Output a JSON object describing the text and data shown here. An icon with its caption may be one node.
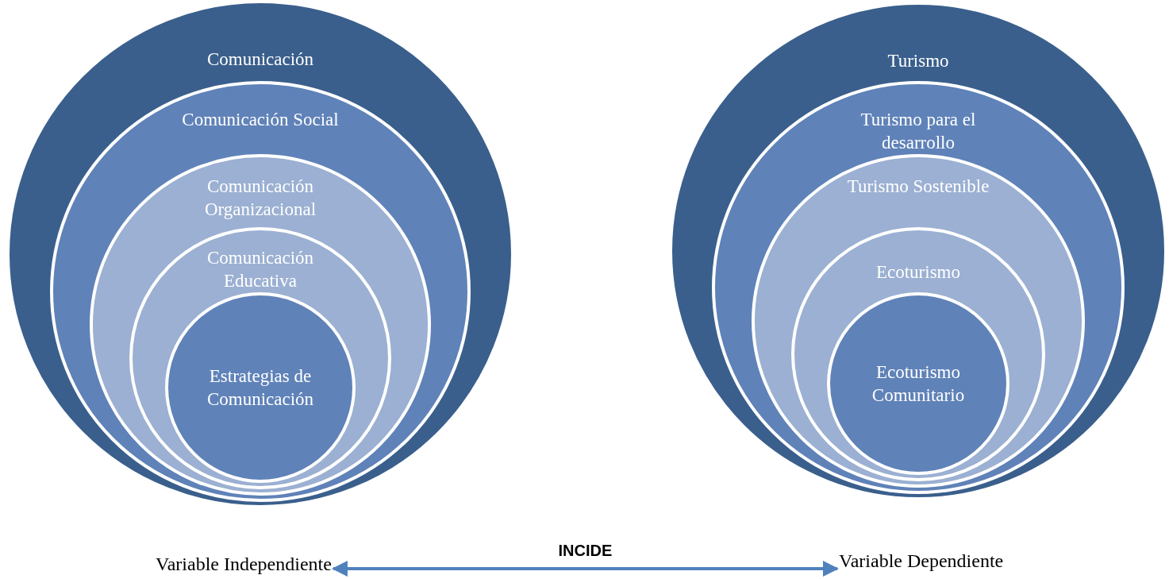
{
  "diagram": {
    "nodes": [
      {
        "text": [
          "Comunicación"
        ]
      },
      {
        "text": [
          "Comunicación Social"
        ],
        "in": 0
      },
      {
        "text": [
          "Comunicación Organizacional"
        ],
        "in": 1
      },
      {
        "text": [
          "Comunicación Educativa"
        ],
        "in": 2
      },
      {
        "text": [
          "Estrategias de Comunicación"
        ],
        "in": 3
      },
      {
        "text": [
          "Turismo"
        ]
      },
      {
        "text": [
          "Turismo para el desarrollo"
        ],
        "in": 5
      },
      {
        "text": [
          "Turismo Sostenible"
        ],
        "in": 6
      },
      {
        "text": [
          "Ecoturismo"
        ],
        "in": 7
      },
      {
        "text": [
          "Ecoturismo Comunitario"
        ],
        "in": 8
      },
      {
        "text": [
          "Variable Independiente"
        ]
      },
      {
        "text": [
          "Variable Dependiente"
        ]
      }
    ],
    "edges": [
      {
        "from": 10,
        "to": 11,
        "label": "INCIDE",
        "arrow": "both"
      }
    ]
  }
}
